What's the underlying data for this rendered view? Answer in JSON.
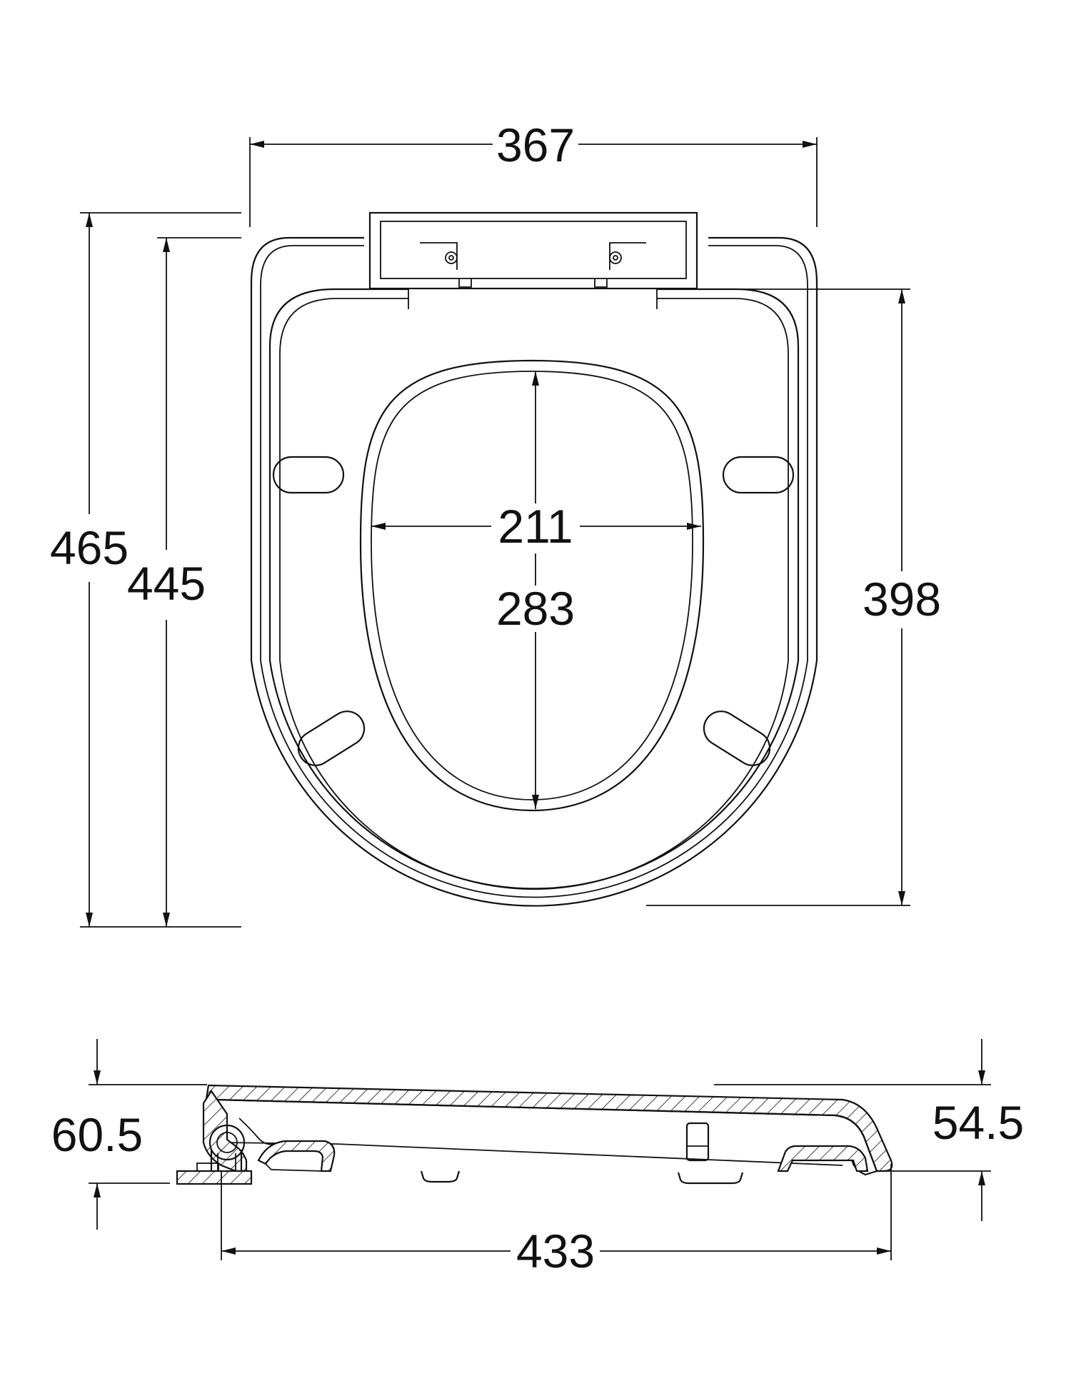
{
  "top_view": {
    "dimensions": {
      "overall_width": "367",
      "overall_length": "465",
      "seat_length": "445",
      "inner_length": "398",
      "opening_width": "211",
      "opening_length": "283"
    }
  },
  "side_view": {
    "dimensions": {
      "rear_height": "60.5",
      "front_height": "54.5",
      "overall_depth": "433"
    }
  },
  "colors": {
    "line": "#111111",
    "background": "#ffffff"
  }
}
